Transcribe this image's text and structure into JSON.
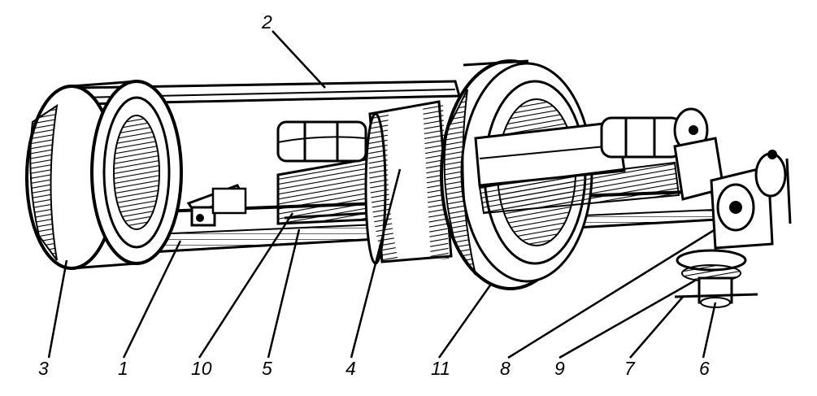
{
  "figure": {
    "part_labels": [
      "2",
      "3",
      "1",
      "10",
      "5",
      "4",
      "11",
      "8",
      "9",
      "7",
      "6"
    ]
  }
}
